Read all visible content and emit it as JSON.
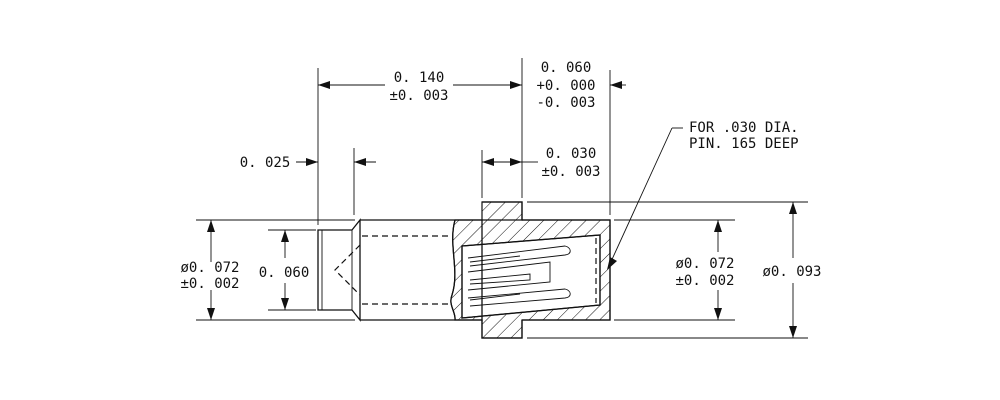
{
  "drawing": {
    "dims": {
      "overall_length": {
        "value": "0. 140",
        "tol": "±0. 003"
      },
      "tail_length": "0. 025",
      "head_length": {
        "value": "0. 060",
        "tol_plus": "+0. 000",
        "tol_minus": "-0. 003"
      },
      "collar_width": {
        "value": "0. 030",
        "tol": "±0. 003"
      },
      "left_diameter": {
        "value": "ø0. 072",
        "tol": "±0. 002"
      },
      "tail_diameter": "0. 060",
      "right_diameter": {
        "value": "ø0. 072",
        "tol": "±0. 002"
      },
      "collar_diameter": "ø0. 093"
    },
    "note": {
      "line1": "FOR .030 DIA.",
      "line2": "PIN. 165 DEEP"
    },
    "colors": {
      "ink": "#111111",
      "background": "#ffffff"
    }
  }
}
